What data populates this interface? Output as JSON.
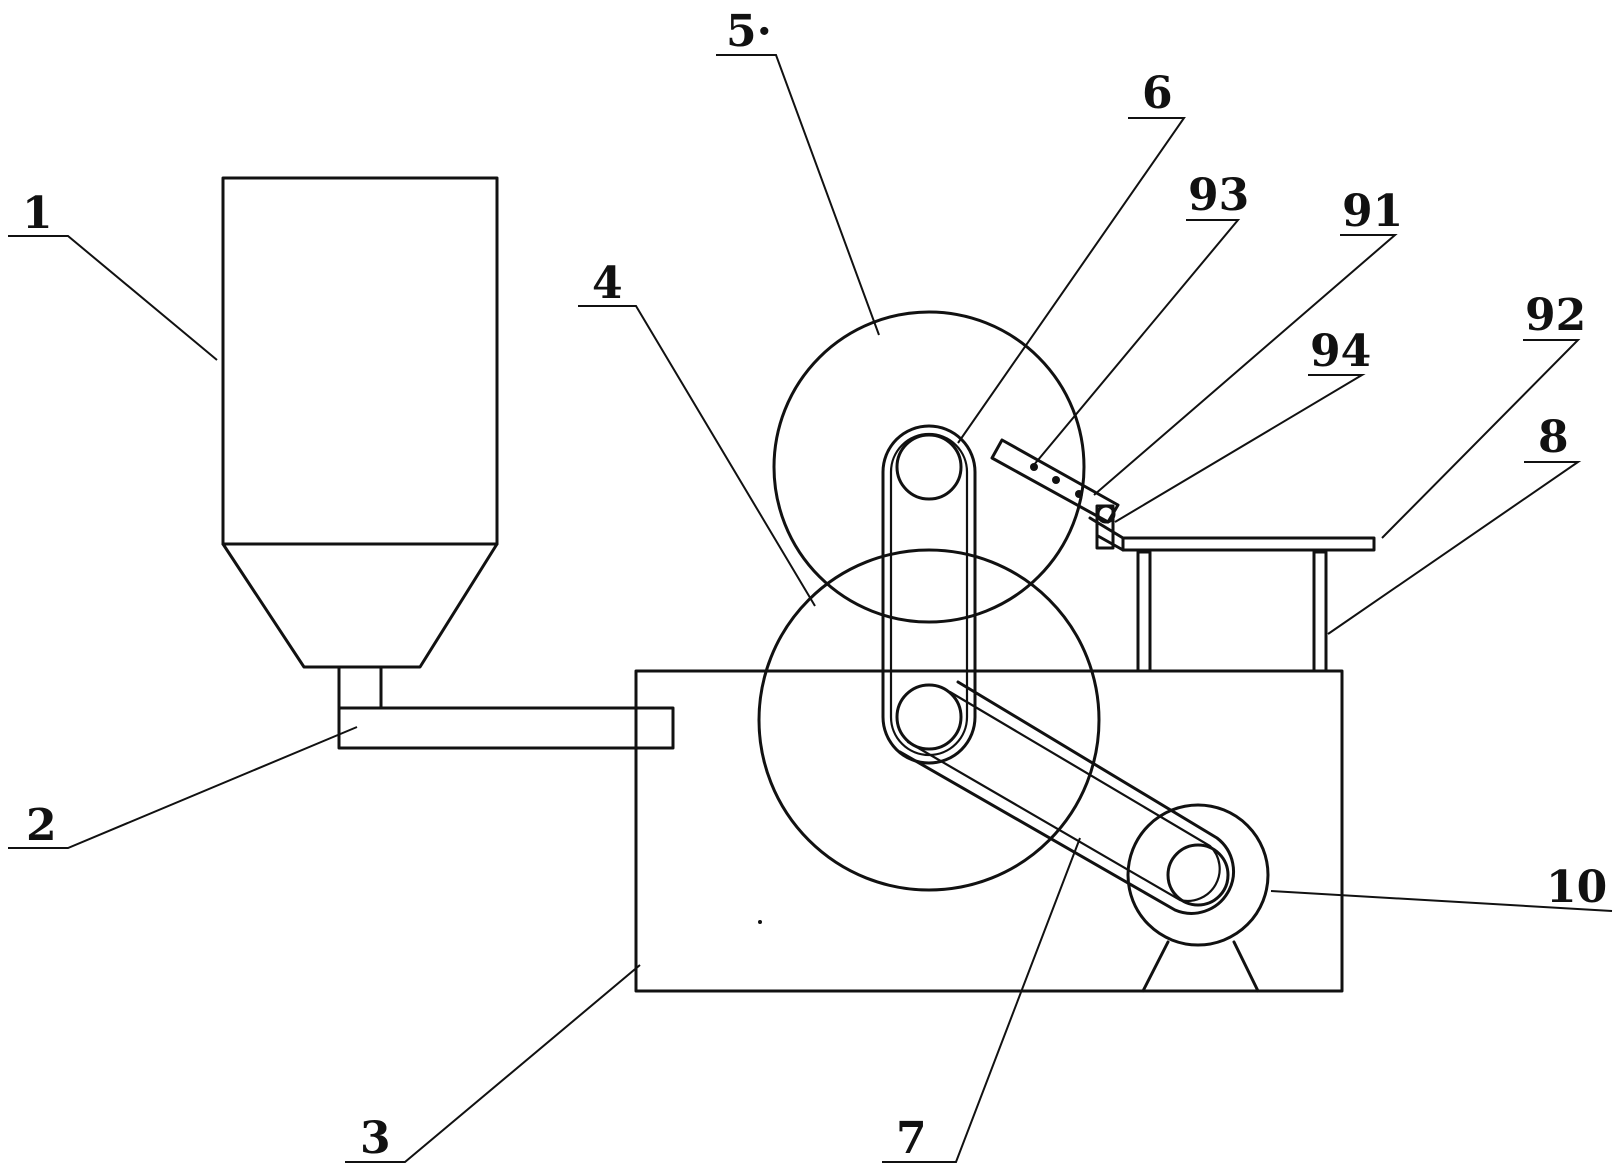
{
  "callouts": {
    "c1": "1",
    "c2": "2",
    "c3": "3",
    "c4": "4",
    "c5": "5·",
    "c6": "6",
    "c7": "7",
    "c8": "8",
    "c10": "10",
    "c91": "91",
    "c92": "92",
    "c93": "93",
    "c94": "94"
  }
}
